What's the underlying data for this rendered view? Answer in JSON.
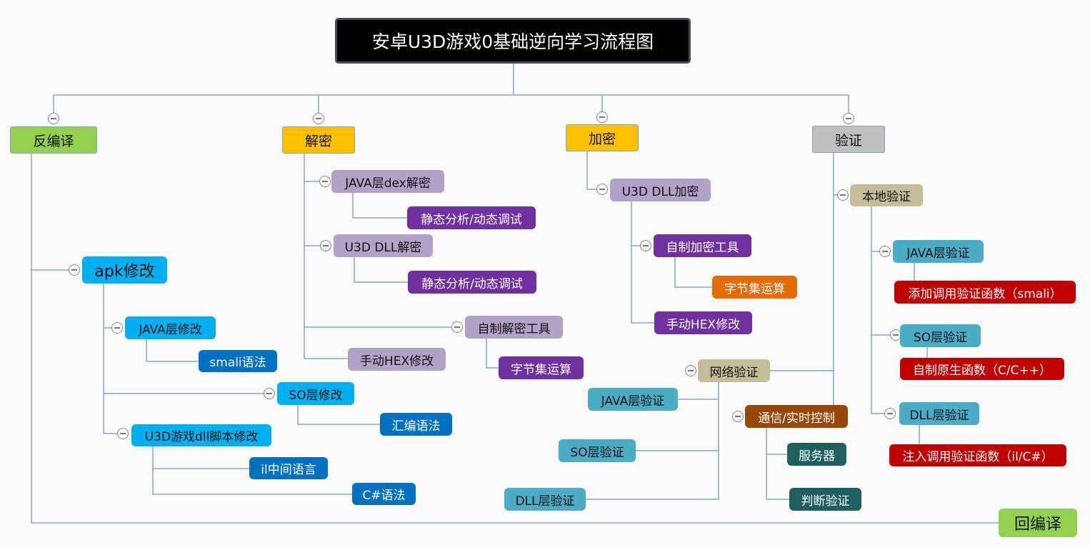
{
  "title": "安卓U3D游戏0基础逆向学习流程图",
  "decompile": {
    "label": "反编译",
    "apk": "apk修改",
    "java": "JAVA层修改",
    "smali": "smali语法",
    "so": "SO层修改",
    "asm": "汇编语法",
    "u3d": "U3D游戏dll脚本修改",
    "il": "il中间语言",
    "cs": "C#语法"
  },
  "decrypt": {
    "label": "解密",
    "java_dex": "JAVA层dex解密",
    "static1": "静态分析/动态调试",
    "u3d_dll": "U3D DLL解密",
    "static2": "静态分析/动态调试",
    "tool": "自制解密工具",
    "bytes": "字节集运算",
    "hex": "手动HEX修改"
  },
  "encrypt": {
    "label": "加密",
    "u3d_dll": "U3D DLL加密",
    "tool": "自制加密工具",
    "bytes": "字节集运算",
    "hex": "手动HEX修改"
  },
  "verify": {
    "label": "验证",
    "local": "本地验证",
    "java": "JAVA层验证",
    "java_fn": "添加调用验证函数（smali）",
    "so": "SO层验证",
    "so_fn": "自制原生函数（C/C++）",
    "dll": "DLL层验证",
    "dll_fn": "注入调用验证函数（il/C#）",
    "network": "网络验证",
    "net_java": "JAVA层验证",
    "net_so": "SO层验证",
    "net_dll": "DLL层验证",
    "comm": "通信/实时控制",
    "server": "服务器",
    "judge": "判断验证"
  },
  "recompile": {
    "label": "回编译"
  }
}
